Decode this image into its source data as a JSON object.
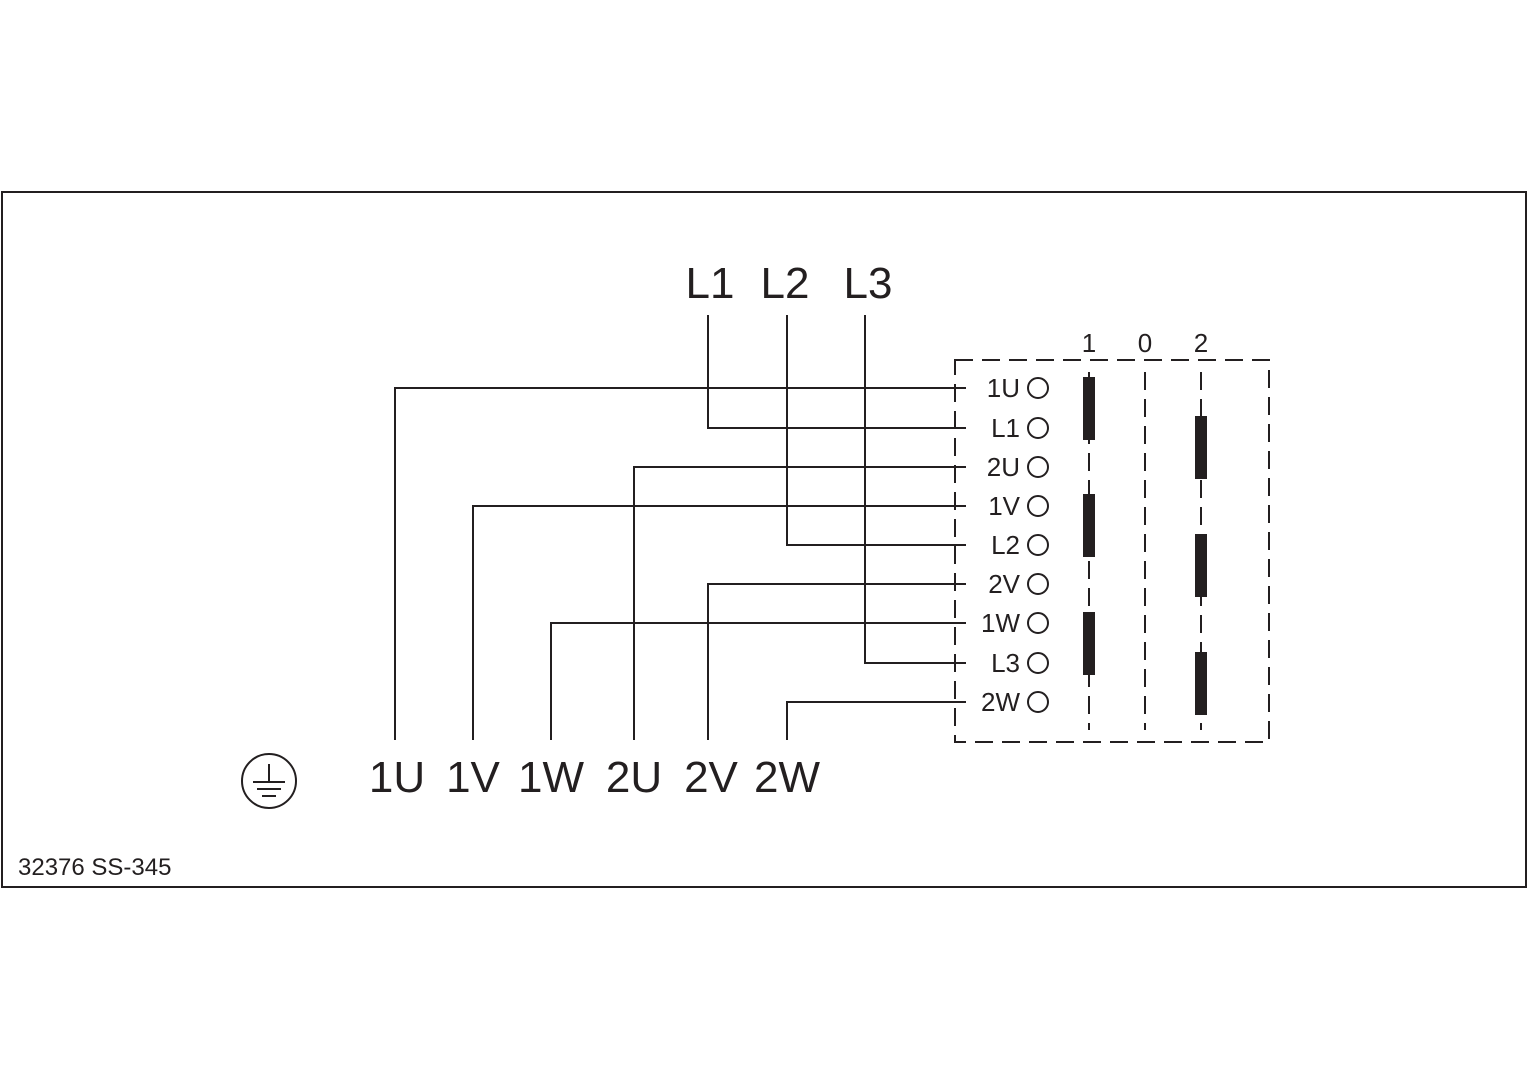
{
  "supply_labels": [
    "L1",
    "L2",
    "L3"
  ],
  "switch": {
    "positions": [
      "1",
      "0",
      "2"
    ],
    "terminals": [
      "1U",
      "L1",
      "2U",
      "1V",
      "L2",
      "2V",
      "1W",
      "L3",
      "2W"
    ]
  },
  "motor_terminals": [
    "1U",
    "1V",
    "1W",
    "2U",
    "2V",
    "2W"
  ],
  "earth_symbol": "protective-earth",
  "footer": {
    "code": "32376  SS-345"
  },
  "colors": {
    "line": "#231f20",
    "background": "#ffffff"
  }
}
